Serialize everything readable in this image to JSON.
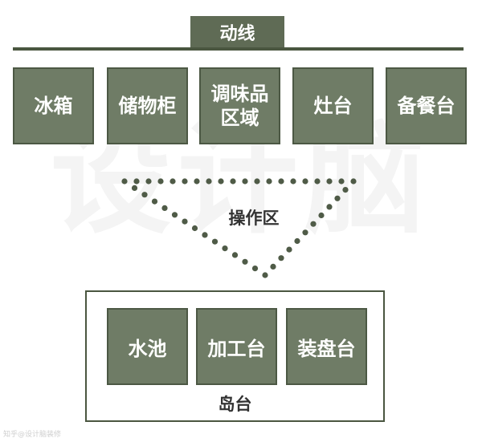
{
  "watermark": "设计脑",
  "header": {
    "title": "动线"
  },
  "zones": [
    {
      "label": "冰箱"
    },
    {
      "label": "储物柜"
    },
    {
      "label": "调味品\n区域"
    },
    {
      "label": "灶台"
    },
    {
      "label": "备餐台"
    }
  ],
  "operation_area": {
    "label": "操作区"
  },
  "island": {
    "label": "岛台",
    "items": [
      {
        "label": "水池"
      },
      {
        "label": "加工台"
      },
      {
        "label": "装盘台"
      }
    ]
  },
  "credit": "知乎@设计脑装修",
  "colors": {
    "box_fill": "#6f7c66",
    "box_border": "#4c5844",
    "line": "#4a5640",
    "dots": "#4f5b47"
  }
}
